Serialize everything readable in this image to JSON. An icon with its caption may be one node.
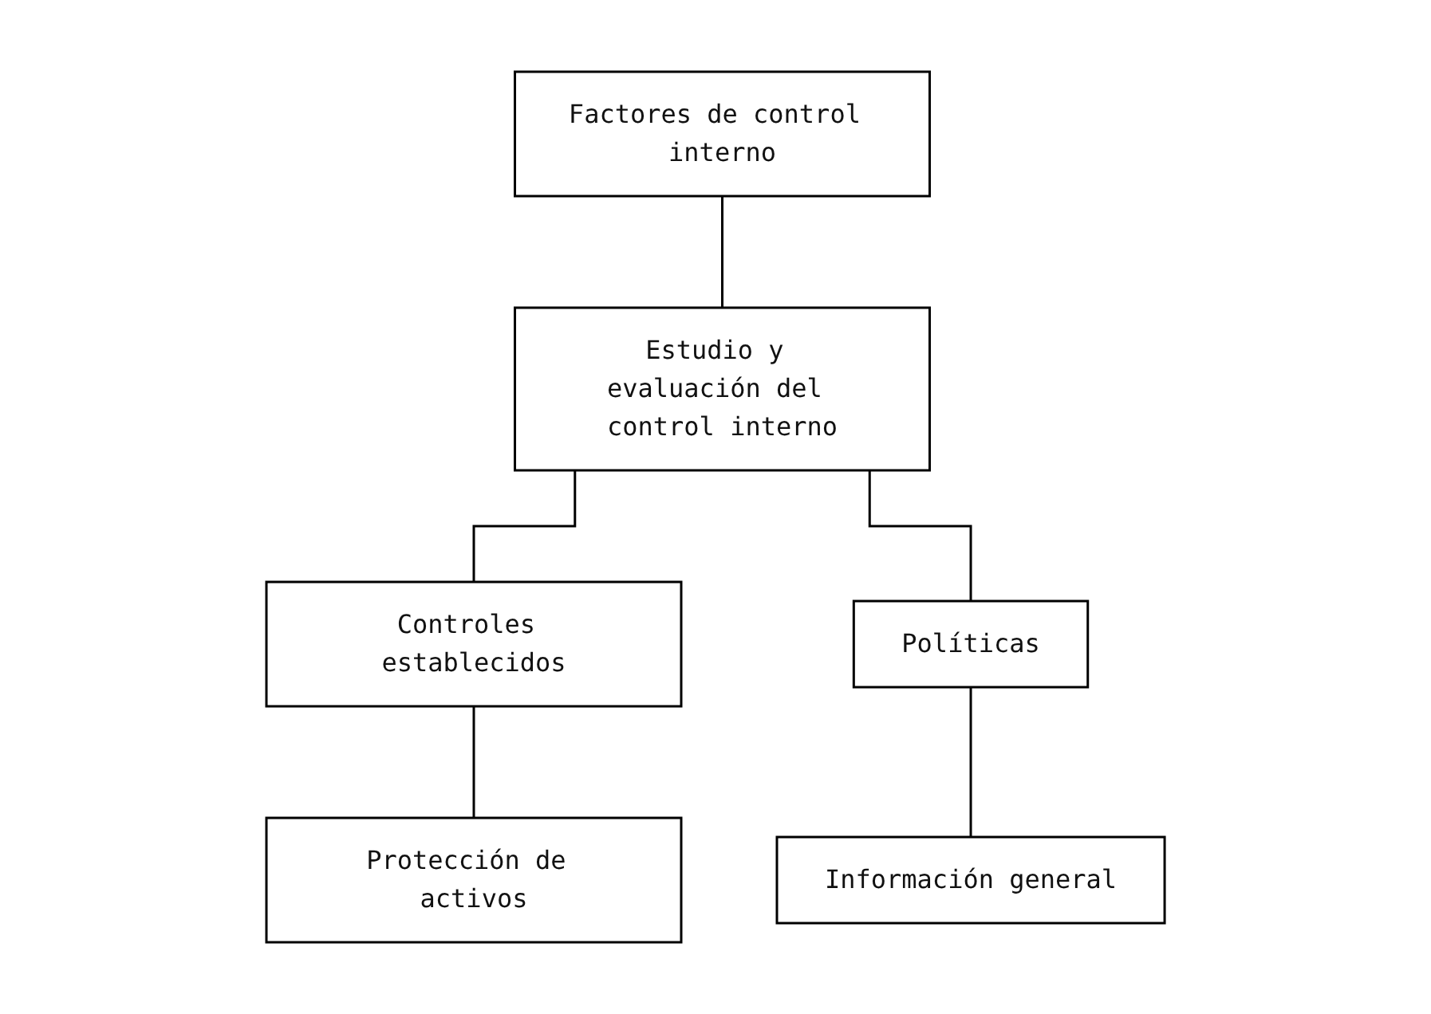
{
  "diagram": {
    "nodes": [
      {
        "text": [
          "Factores de control interno"
        ]
      },
      {
        "text": [
          "Estudio y evaluación del control interno"
        ]
      },
      {
        "text": [
          "Controles establecidos"
        ]
      },
      {
        "text": [
          "Políticas"
        ]
      },
      {
        "text": [
          "Protección de activos"
        ]
      },
      {
        "text": [
          "Información general"
        ]
      }
    ],
    "edges": [
      {
        "from": 0,
        "to": 1,
        "arrow": "none"
      },
      {
        "from": 1,
        "to": 2,
        "arrow": "none"
      },
      {
        "from": 1,
        "to": 3,
        "arrow": "none"
      },
      {
        "from": 2,
        "to": 4,
        "arrow": "none"
      },
      {
        "from": 3,
        "to": 5,
        "arrow": "none"
      }
    ]
  }
}
